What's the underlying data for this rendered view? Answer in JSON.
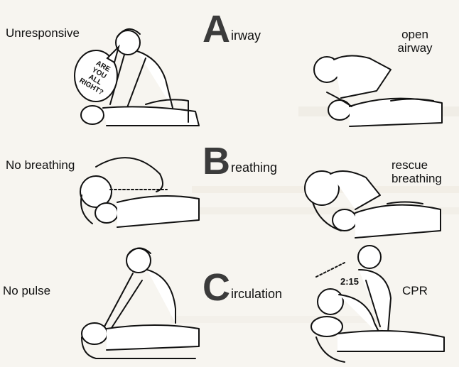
{
  "rows": [
    {
      "left_label": "Unresponsive",
      "bubble_lines": [
        "ARE",
        "YOU",
        "ALL",
        "RIGHT?"
      ],
      "big_letter": "A",
      "step_rest": "irway",
      "right_label": [
        "open",
        "airway"
      ]
    },
    {
      "left_label": "No breathing",
      "big_letter": "B",
      "step_rest": "reathing",
      "right_label": [
        "rescue",
        "breathing"
      ]
    },
    {
      "left_label": "No pulse",
      "big_letter": "C",
      "step_rest": "irculation",
      "right_label": [
        "CPR"
      ],
      "timer_text": "2:15"
    }
  ]
}
